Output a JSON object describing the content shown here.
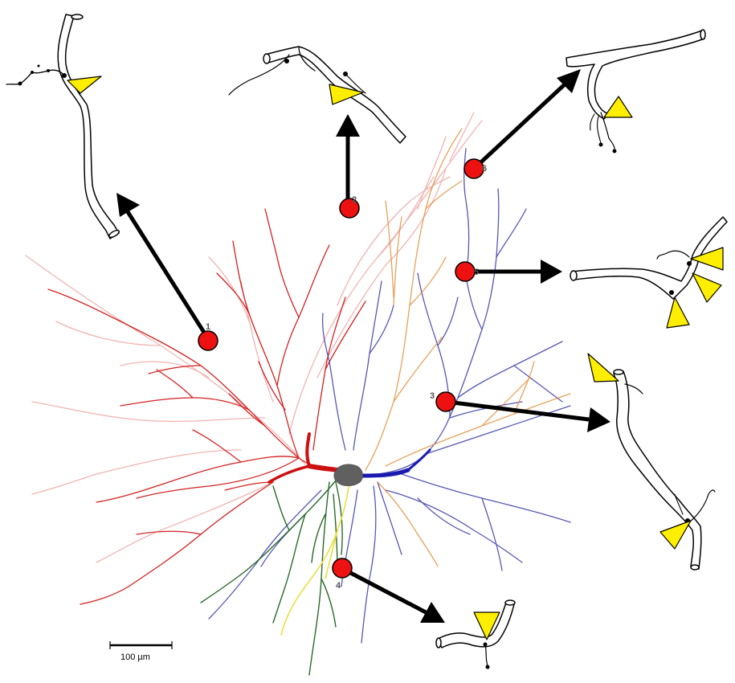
{
  "figure": {
    "scale_bar": {
      "label": "100 µm"
    },
    "sites": [
      {
        "id": "1",
        "label": "1",
        "marker": "red-circle"
      },
      {
        "id": "2",
        "label": "2",
        "marker": "red-circle"
      },
      {
        "id": "3",
        "label": "3",
        "marker": "red-circle"
      },
      {
        "id": "4",
        "label": "4",
        "marker": "red-circle"
      },
      {
        "id": "5",
        "label": "5",
        "marker": "red-circle"
      },
      {
        "id": "6",
        "label": "6",
        "marker": "red-circle"
      }
    ],
    "colors": {
      "dendrite_red": "#d42020",
      "dendrite_pink": "#e88a8a",
      "dendrite_blue": "#3030a0",
      "dendrite_orange": "#e08a30",
      "dendrite_green": "#2a6a2a",
      "dendrite_yellow": "#e8e040",
      "soma": "#606060",
      "site_marker": "#ee1111",
      "arrow": "#000000",
      "arrowhead_marker": "#ffee00"
    }
  }
}
